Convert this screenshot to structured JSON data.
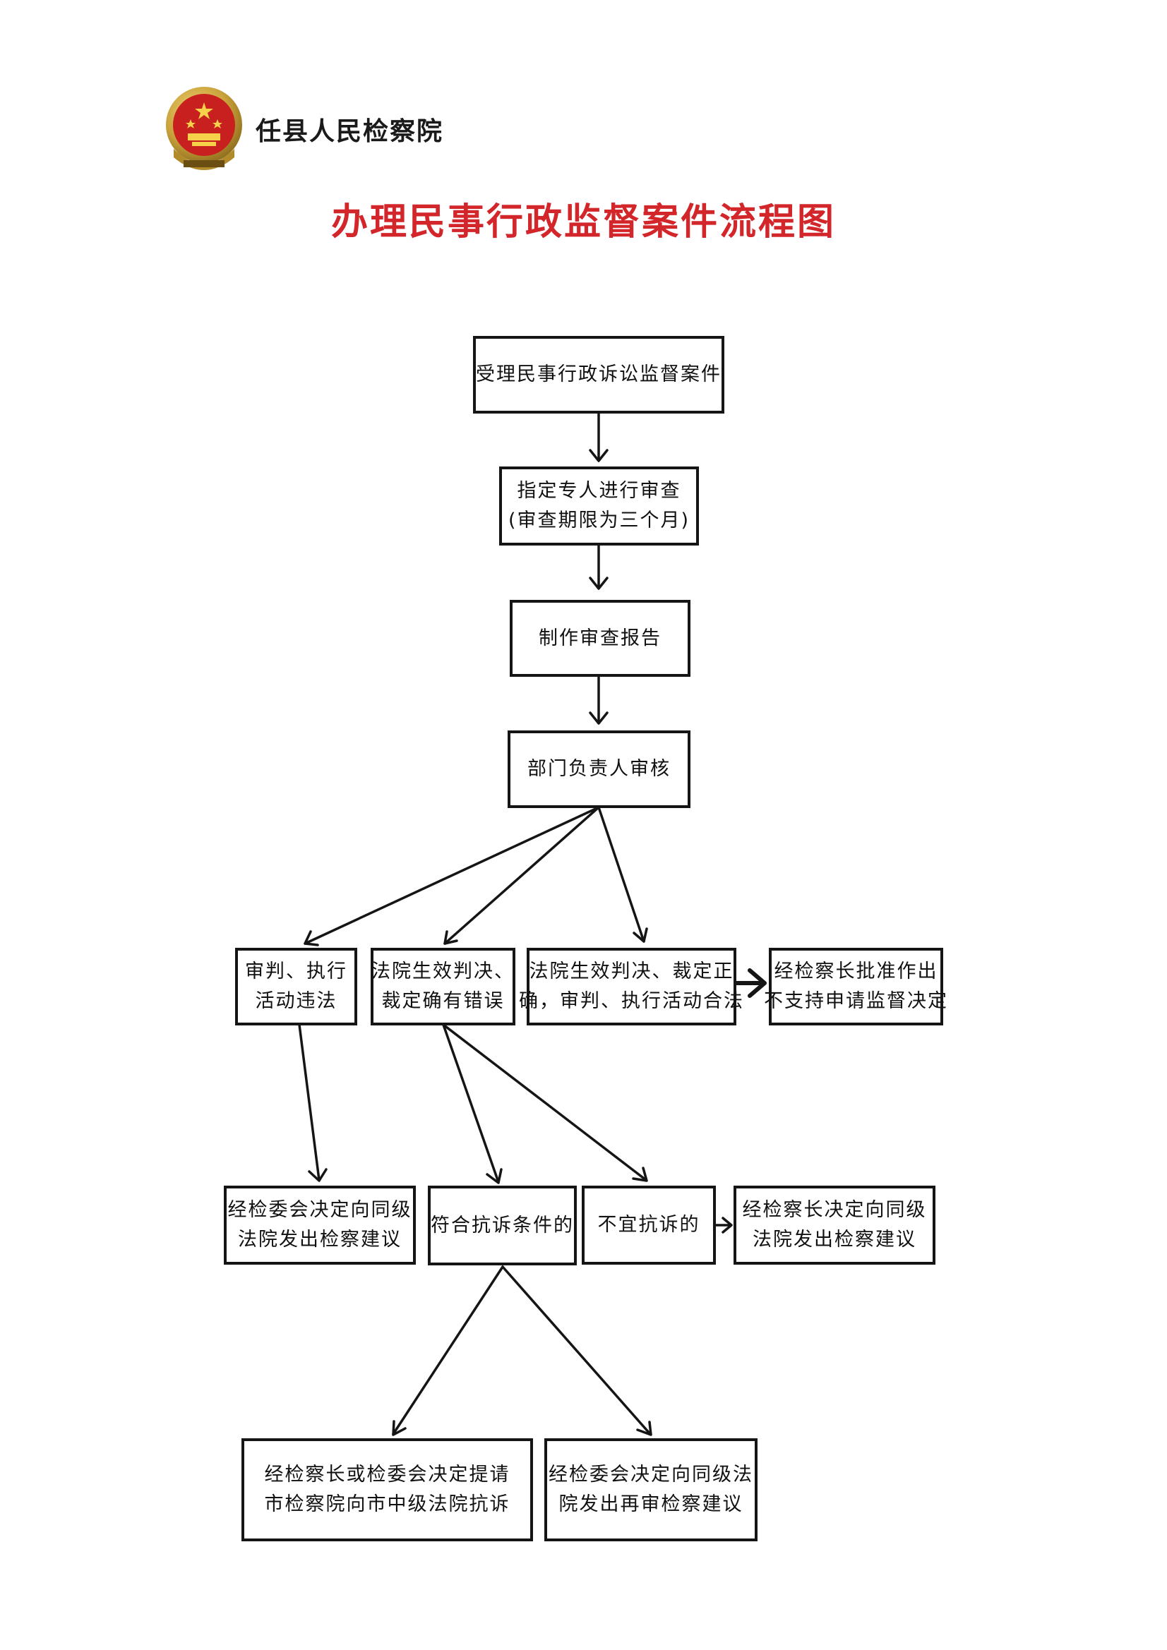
{
  "header": {
    "org_name": "任县人民检察院",
    "emblem_icon": "procuratorate-emblem-icon"
  },
  "title": "办理民事行政监督案件流程图",
  "colors": {
    "title": "#d2262b",
    "line": "#151515",
    "emblem_gold": "#c9a23a",
    "emblem_red": "#c8201f"
  },
  "flow": {
    "step1": "受理民事行政诉讼监督案件",
    "step2": [
      "指定专人进行审查",
      "(审查期限为三个月)"
    ],
    "step3": "制作审查报告",
    "step4": "部门负责人审核",
    "branch_illegal": [
      "审判、执行",
      "活动违法"
    ],
    "branch_error": [
      "法院生效判决、",
      "裁定确有错误"
    ],
    "branch_correct": [
      "法院生效判决、裁定正",
      "确，审判、执行活动合法"
    ],
    "decision_not_support": [
      "经检察长批准作出",
      "不支持申请监督决定"
    ],
    "outcome_procuratorial_suggestion": [
      "经检委会决定向同级",
      "法院发出检察建议"
    ],
    "meets_protest": "符合抗诉条件的",
    "not_suitable_protest": "不宜抗诉的",
    "chief_suggestion": [
      "经检察长决定向同级",
      "法院发出检察建议"
    ],
    "request_protest": [
      "经检察长或检委会决定提请",
      "市检察院向市中级法院抗诉"
    ],
    "retrial_suggestion": [
      "经检委会决定向同级法",
      "院发出再审检察建议"
    ]
  }
}
